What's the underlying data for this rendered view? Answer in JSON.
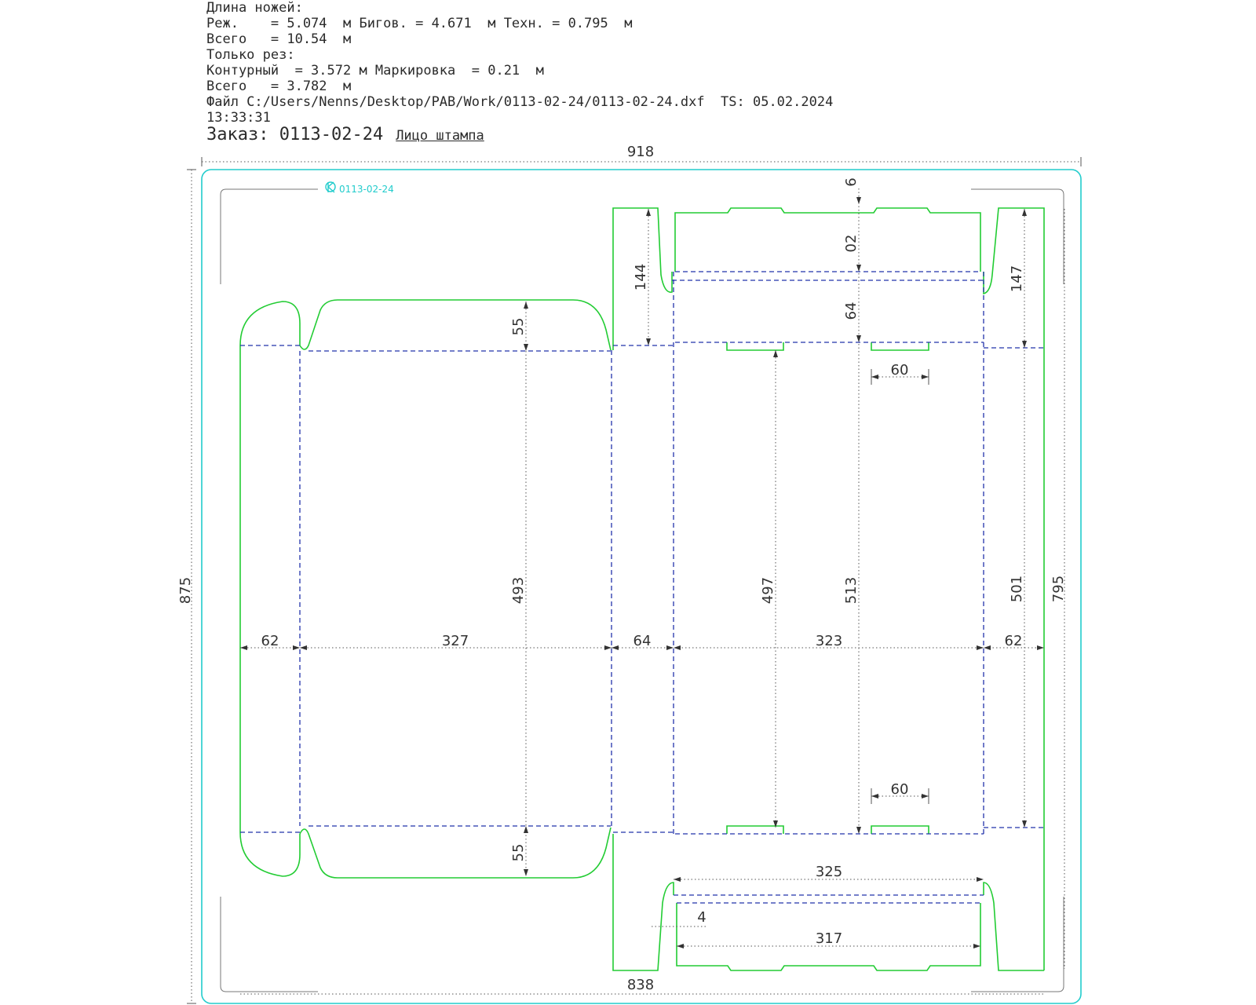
{
  "header": {
    "lines": [
      "Длина ножей:",
      "Реж.    = 5.074  м Бигов. = 4.671  м Техн. = 0.795  м",
      "Всего   = 10.54  м",
      "Только рез:",
      "Контурный  = 3.572 м Маркировка  = 0.21  м",
      "Всего   = 3.782  м",
      "Файл C:/Users/Nenns/Desktop/PAB/Work/0113-02-24/0113-02-24.dxf  TS: 05.02.2024",
      "13:33:31"
    ],
    "order_label": "Заказ:",
    "order_number": "0113-02-24",
    "face_label": "Лицо штампа"
  },
  "stamp_mark": "0113-02-24",
  "colors": {
    "cut_line": "#22cc33",
    "crease_line": "#2233aa",
    "frame": "#22cccc",
    "dimension": "#555555"
  },
  "dimensions": {
    "overall_width": "918",
    "overall_height": "875",
    "die_width": "838",
    "die_height": "795",
    "left_glue_flap": "62",
    "front_panel": "327",
    "side_panel_left": "64",
    "back_panel": "323",
    "right_flap": "62",
    "front_height": "493",
    "top_tuck_flap": "55",
    "bottom_tuck_flap": "55",
    "top_dust_flap": "144",
    "side_height": "497",
    "back_height": "513",
    "right_top": "147",
    "right_height": "501",
    "lid_top_gap": "6",
    "lid_depth": "02",
    "lid_side": "64",
    "slot_top": "60",
    "slot_bottom": "60",
    "bottom_width": "325",
    "bottom_inner": "317",
    "bottom_offset": "4"
  }
}
